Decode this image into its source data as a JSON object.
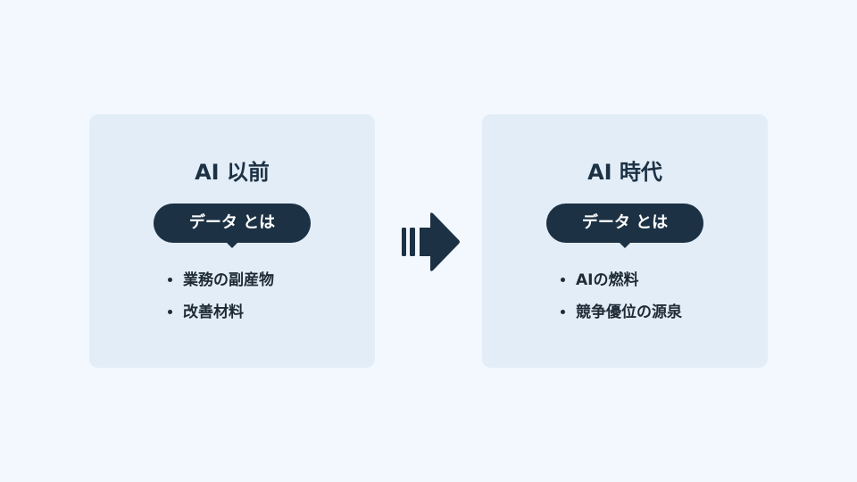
{
  "left_card": {
    "title": "AI 以前",
    "pill": "データ とは",
    "items": [
      "業務の副産物",
      "改善材料"
    ]
  },
  "right_card": {
    "title": "AI 時代",
    "pill": "データ とは",
    "items": [
      "AIの燃料",
      "競争優位の源泉"
    ]
  },
  "colors": {
    "background": "#f3f8fe",
    "card": "#e2edf7",
    "accent": "#1c3144"
  },
  "arrow_icon": "right-arrow-icon"
}
